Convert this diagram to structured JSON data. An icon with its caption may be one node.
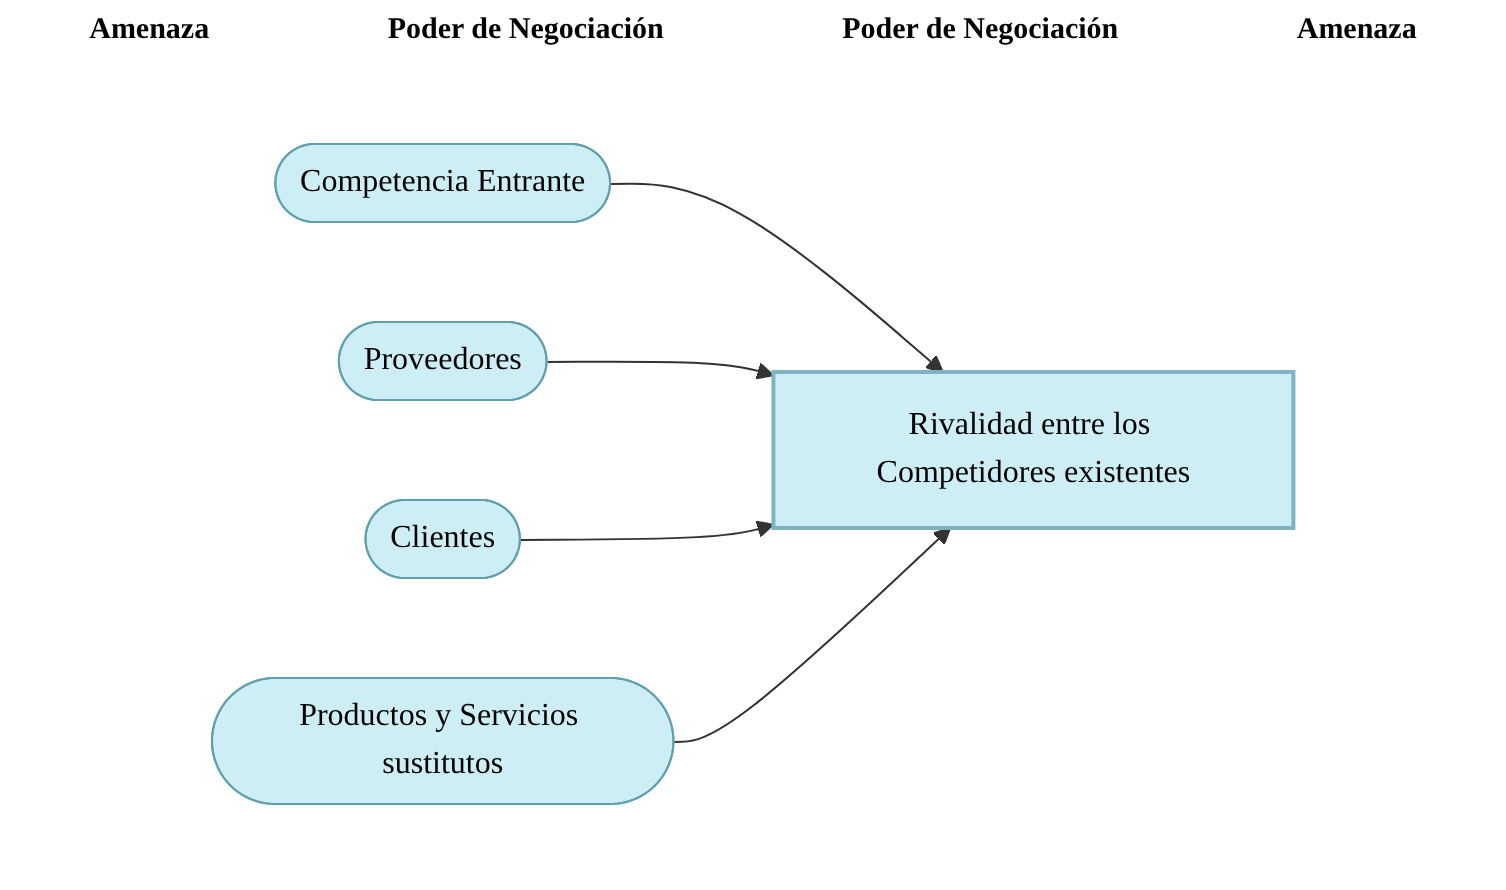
{
  "diagram": {
    "nodes": [
      {
        "text": [
          "Competencia Entrante"
        ]
      },
      {
        "text": [
          "Proveedores"
        ]
      },
      {
        "text": [
          "Rivalidad entre los Competidores existentes"
        ]
      },
      {
        "text": [
          "Clientes"
        ]
      },
      {
        "text": [
          "Productos y Servicios sustitutos"
        ]
      }
    ],
    "edges": [
      {
        "from": 0,
        "to": 2,
        "arrow": "to"
      },
      {
        "from": 1,
        "to": 2,
        "arrow": "to"
      },
      {
        "from": 3,
        "to": 2,
        "arrow": "to"
      },
      {
        "from": 4,
        "to": 2,
        "arrow": "to"
      }
    ],
    "labels": [
      "Amenaza",
      "Poder de Negociación",
      "Poder de Negociación",
      "Amenaza"
    ]
  }
}
